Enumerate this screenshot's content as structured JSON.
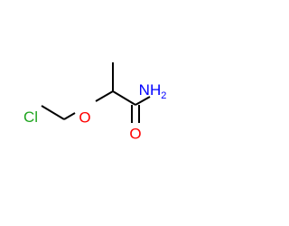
{
  "molecule": {
    "atoms": [
      {
        "id": "cl",
        "symbol": "Cl",
        "color": "#1fa51f"
      },
      {
        "id": "c1",
        "symbol": "C"
      },
      {
        "id": "o_ether",
        "symbol": "O",
        "color": "#ff0000"
      },
      {
        "id": "c2",
        "symbol": "C"
      },
      {
        "id": "c_methyl",
        "symbol": "C"
      },
      {
        "id": "c_amide",
        "symbol": "C"
      },
      {
        "id": "n",
        "symbol": "N",
        "subscript": "2",
        "prefix_h": "H",
        "color": "#0000ff"
      },
      {
        "id": "o_carbonyl",
        "symbol": "O",
        "color": "#ff0000"
      }
    ],
    "bonds": [
      {
        "from": "cl",
        "to": "c1",
        "order": 1
      },
      {
        "from": "c1",
        "to": "o_ether",
        "order": 1
      },
      {
        "from": "o_ether",
        "to": "c2",
        "order": 1
      },
      {
        "from": "c2",
        "to": "c_methyl",
        "order": 1
      },
      {
        "from": "c2",
        "to": "c_amide",
        "order": 1
      },
      {
        "from": "c_amide",
        "to": "n",
        "order": 1
      },
      {
        "from": "c_amide",
        "to": "o_carbonyl",
        "order": 2
      }
    ]
  }
}
